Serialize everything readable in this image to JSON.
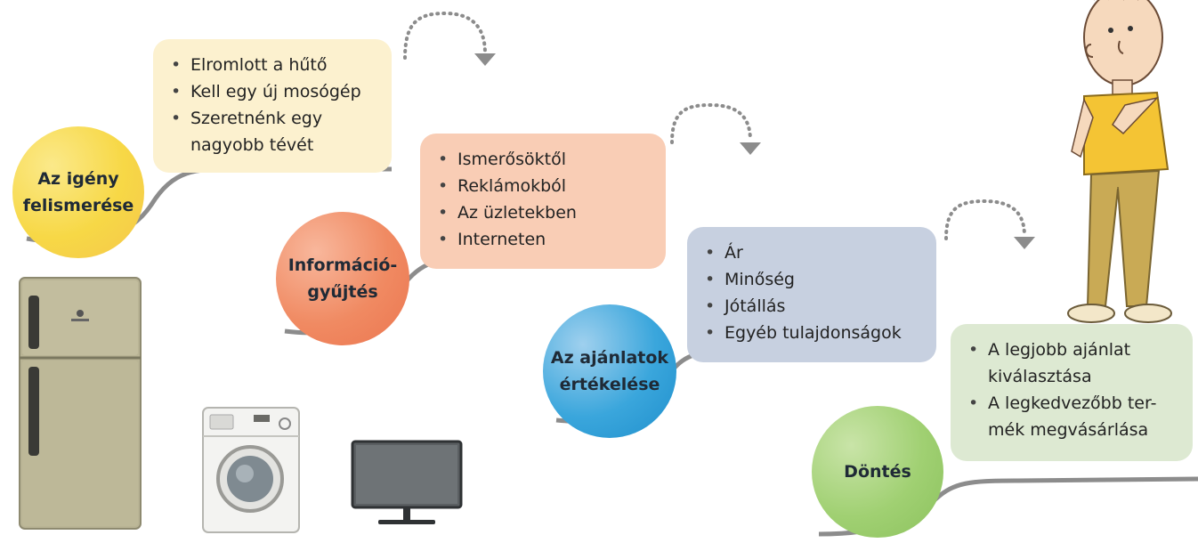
{
  "colors": {
    "step1_box": "#fcf1cf",
    "step1_circle": "#f7d846",
    "step2_box": "#f9cdb5",
    "step2_circle": "#f07c57",
    "step3_box": "#c7d0e0",
    "step3_circle": "#2d9ed8",
    "step4_box": "#dde9d2",
    "step4_circle": "#9ccd6c",
    "curve": "#8c8c8c"
  },
  "steps": [
    {
      "title": "Az igény\nfelismerése",
      "items": [
        "Elromlott a hűtő",
        "Kell egy új mosógép",
        "Szeretnénk egy nagyobb tévét"
      ]
    },
    {
      "title": "Információ-\ngyűjtés",
      "items": [
        "Ismerősöktől",
        "Reklámokból",
        "Az üzletekben",
        "Interneten"
      ]
    },
    {
      "title": "Az ajánlatok\nértékelése",
      "items": [
        "Ár",
        "Minőség",
        "Jótállás",
        "Egyéb tulajdonságok"
      ]
    },
    {
      "title": "Döntés",
      "items": [
        "A legjobb ajánlat kiválasztása",
        "A legkedvezőbb ter-mék megvásárlása"
      ]
    }
  ],
  "illustrations": [
    "refrigerator",
    "washing-machine",
    "television",
    "thinking-boy"
  ]
}
